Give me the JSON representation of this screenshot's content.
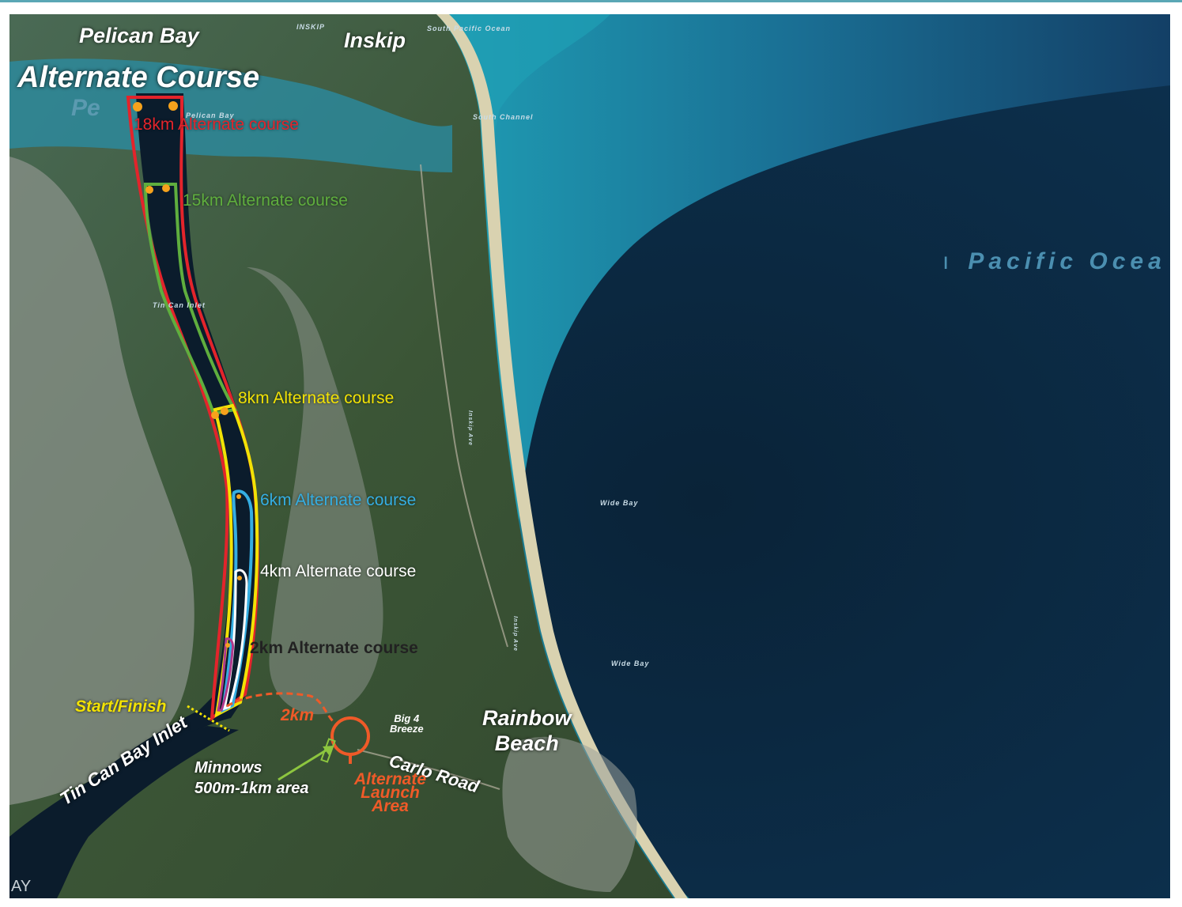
{
  "title": "Alternate Course",
  "places": {
    "pelican_bay": "Pelican Bay",
    "inskip": "Inskip",
    "rainbow_beach_1": "Rainbow",
    "rainbow_beach_2": "Beach",
    "pacific_ocean": "Pacific Ocea",
    "tin_can_bay_inlet": "Tin Can Bay Inlet",
    "carlo_road": "Carlo Road",
    "big4_1": "Big 4",
    "big4_2": "Breeze",
    "minnows_1": "Minnows",
    "minnows_2": "500m-1km area",
    "alt_launch_1": "Alternate",
    "alt_launch_2": "Launch",
    "alt_launch_3": "Area",
    "start_finish": "Start/Finish",
    "two_km_route": "2km",
    "corner_ay": "AY"
  },
  "basemap_labels": {
    "inskip_small": "INSKIP",
    "south_pacific": "South Pacific Ocean",
    "south_channel": "South Channel",
    "pelican_bay_small": "Pelican Bay",
    "pe_partial": "Pe",
    "tin_can_inlet": "Tin Can Inlet",
    "wide_bay_1": "Wide Bay",
    "wide_bay_2": "Wide Bay",
    "inskip_ave_1": "Inskip Ave",
    "inskip_ave_2": "Inskip Ave"
  },
  "courses": [
    {
      "id": "18km",
      "label": "18km Alternate course",
      "color": "#e3242b"
    },
    {
      "id": "15km",
      "label": "15km Alternate course",
      "color": "#5fae3e"
    },
    {
      "id": "8km",
      "label": "8km Alternate course",
      "color": "#f2e205"
    },
    {
      "id": "6km",
      "label": "6km Alternate course",
      "color": "#35aee2"
    },
    {
      "id": "4km",
      "label": "4km Alternate course",
      "color": "#ffffff"
    },
    {
      "id": "2km",
      "label": "2km Alternate course",
      "color": "#222222"
    }
  ],
  "colors": {
    "ocean_deep": "#0b2a44",
    "ocean_shallow": "#1ba3b8",
    "land": "#3e5a3c",
    "channel": "#0b1c2c",
    "buoy": "#f6a21c",
    "route_orange": "#ef5a28",
    "minnows_green": "#8dc63f"
  }
}
